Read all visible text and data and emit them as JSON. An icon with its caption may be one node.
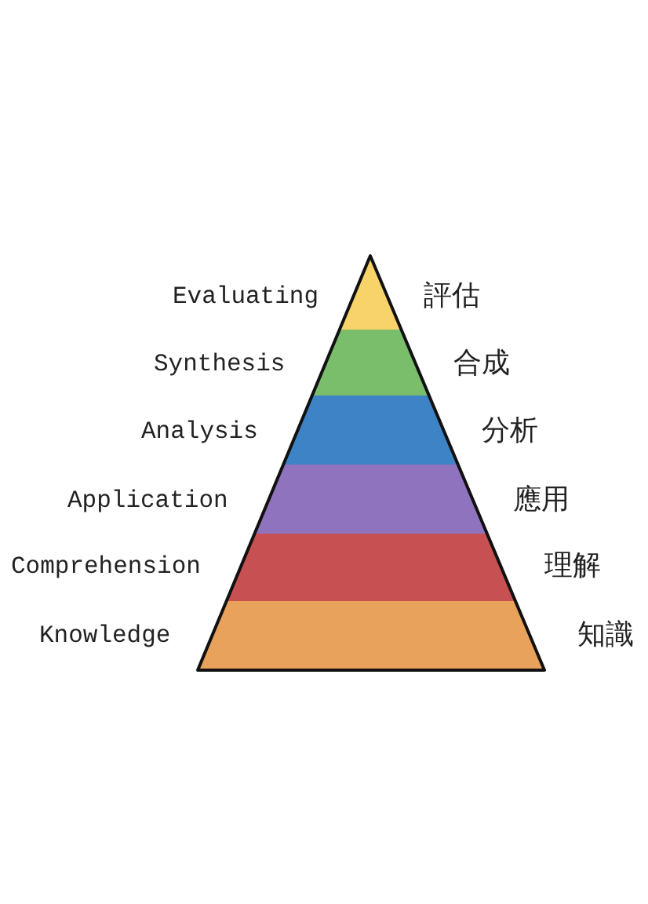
{
  "diagram": {
    "nodes": [
      {
        "text": [
          "Evaluating",
          "評估"
        ]
      },
      {
        "text": [
          "Synthesis",
          "合成"
        ]
      },
      {
        "text": [
          "Analysis",
          "分析"
        ]
      },
      {
        "text": [
          "Application",
          "應用"
        ]
      },
      {
        "text": [
          "Comprehension",
          "理解"
        ]
      },
      {
        "text": [
          "Knowledge",
          "知識"
        ]
      }
    ]
  }
}
